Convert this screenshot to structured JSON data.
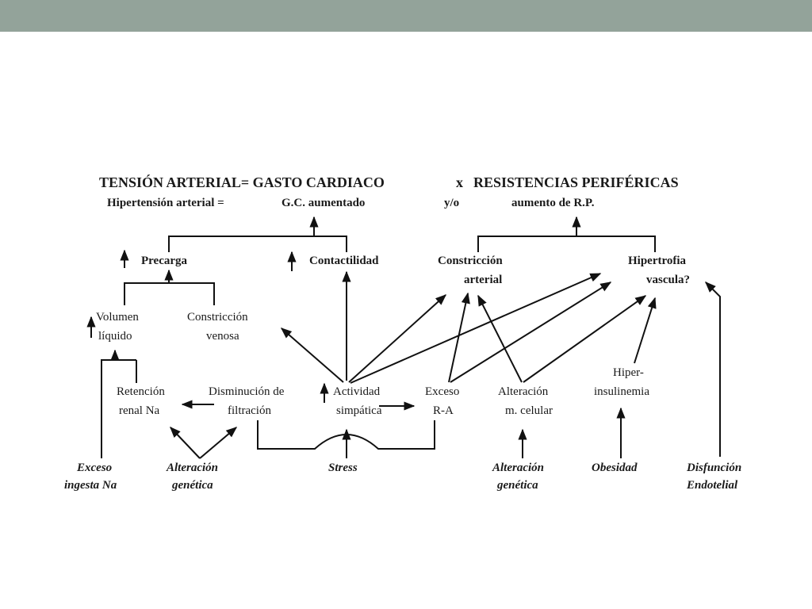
{
  "colors": {
    "top_bar": "#93a39a",
    "ink": "#111111",
    "background": "#ffffff"
  },
  "diagram": {
    "title": {
      "a": "TENSIÓN ARTERIAL= GASTO CARDIACO",
      "b": "x",
      "c": "RESISTENCIAS PERIFÉRICAS"
    },
    "subtitle": {
      "a": "Hipertensión arterial =",
      "b": "G.C. aumentado",
      "c": "y/o",
      "d": "aumento de R.P."
    },
    "nodes": {
      "precarga": "Precarga",
      "contractilidad": "Contactilidad",
      "constriccion_arterial": {
        "l1": "Constricción",
        "l2": "arterial"
      },
      "hipertrofia": {
        "l1": "Hipertrofia",
        "l2": "vascula?"
      },
      "volumen": {
        "l1": "Volumen",
        "l2": "líquido"
      },
      "constriccion_venosa": {
        "l1": "Constricción",
        "l2": "venosa"
      },
      "retencion": {
        "l1": "Retención",
        "l2": "renal  Na"
      },
      "disminucion": {
        "l1": "Disminución de",
        "l2": "filtración"
      },
      "actividad": {
        "l1": "Actividad",
        "l2": "simpática"
      },
      "exceso_ra": {
        "l1": "Exceso",
        "l2": "R-A"
      },
      "alteracion_celular": {
        "l1": "Alteración",
        "l2": "m. celular"
      },
      "hiperinsulinemia": {
        "l1": "Hiper-",
        "l2": "insulinemia"
      },
      "exceso_na": {
        "l1": "Exceso",
        "l2": "ingesta Na"
      },
      "alteracion_genetica_1": {
        "l1": "Alteración",
        "l2": "genética"
      },
      "stress": "Stress",
      "alteracion_genetica_2": {
        "l1": "Alteración",
        "l2": "genética"
      },
      "obesidad": "Obesidad",
      "disfuncion": {
        "l1": "Disfunción",
        "l2": "Endotelial"
      }
    }
  }
}
